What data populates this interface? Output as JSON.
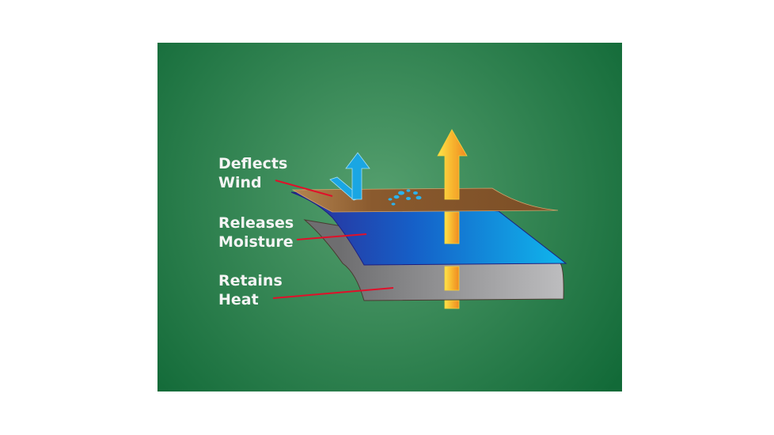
{
  "labels": {
    "wind": [
      "Deflects",
      "Wind"
    ],
    "moisture": [
      "Releases",
      "Moisture"
    ],
    "heat": [
      "Retains",
      "Heat"
    ]
  },
  "colors": {
    "bg_light": "#559f6e",
    "bg_dark": "#126a38",
    "wind_layer": "#8a5a2e",
    "moisture_layer_dark": "#2b2f9a",
    "moisture_layer_light": "#10b0ea",
    "heat_layer": "#9a9a9c",
    "heat_arrow": "#f39a26",
    "moisture_arrow": "#1aa6e3",
    "pointer": "#e0102a"
  }
}
